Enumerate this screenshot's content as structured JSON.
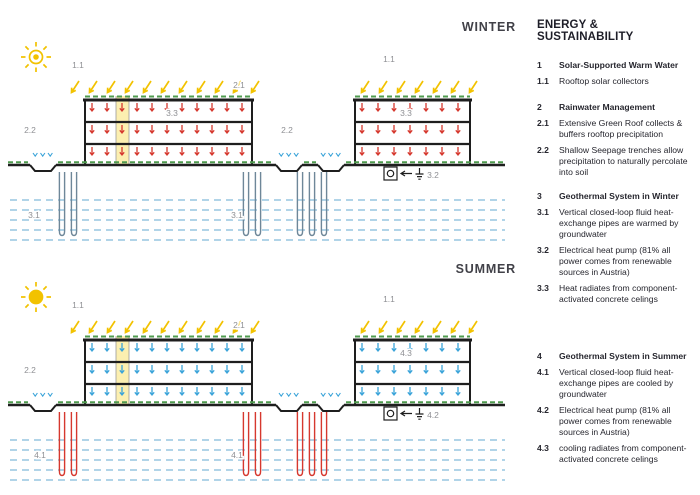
{
  "header": {
    "winter_title": "WINTER",
    "summer_title": "SUMMER",
    "legend_title": "ENERGY & SUSTAINABILITY"
  },
  "legend": {
    "sections": [
      {
        "num": "1",
        "title": "Solar-Supported Warm Water",
        "items": [
          {
            "num": "1.1",
            "text": "Rooftop solar collectors"
          }
        ]
      },
      {
        "num": "2",
        "title": "Rainwater Management",
        "items": [
          {
            "num": "2.1",
            "text": "Extensive Green Roof collects & buffers rooftop precipitation"
          },
          {
            "num": "2.2",
            "text": "Shallow Seepage trenches allow precipitation to naturally percolate into soil"
          }
        ]
      },
      {
        "num": "3",
        "title": "Geothermal System in Winter",
        "items": [
          {
            "num": "3.1",
            "text": "Vertical closed-loop fluid heat-exchange pipes are warmed by groundwater"
          },
          {
            "num": "3.2",
            "text": "Electrical heat pump (81% all power comes from renewable sources in Austria)"
          },
          {
            "num": "3.3",
            "text": "Heat radiates from component-activated concrete celings"
          }
        ]
      },
      {
        "num": "4",
        "title": "Geothermal System in Summer",
        "items": [
          {
            "num": "4.1",
            "text": "Vertical closed-loop fluid heat-exchange pipes are cooled by groundwater"
          },
          {
            "num": "4.2",
            "text": "Electrical heat pump (81% all power comes from renewable sources in Austria)"
          },
          {
            "num": "4.3",
            "text": "cooling radiates from component-activated concrete celings"
          }
        ]
      }
    ]
  },
  "diagram": {
    "winter": {
      "solar_left": "1.1",
      "solar_right": "1.1",
      "green_roof": "2.1",
      "trench_left": "2.2",
      "trench_mid": "2.2",
      "pipes_left": "3.1",
      "pipes_mid": "3.1",
      "heat_pump": "3.2",
      "ceiling_left": "3.3",
      "ceiling_right": "3.3"
    },
    "summer": {
      "solar_left": "1.1",
      "solar_right": "1.1",
      "green_roof": "2.1",
      "trench_left": "2.2",
      "pipes_left": "4.1",
      "pipes_mid": "4.1",
      "heat_pump": "4.2",
      "ceiling_right": "4.3"
    }
  },
  "colors": {
    "solar": "#f2c200",
    "heat": "#d6382e",
    "cool": "#3ba4d9",
    "water": "#97c6e0",
    "green": "#4f9b4f",
    "pipe_winter": "#6e8799",
    "pipe_summer": "#d6382e",
    "label": "#8f9094",
    "strip": "#fcefb0",
    "ink": "#1e1e1e"
  }
}
